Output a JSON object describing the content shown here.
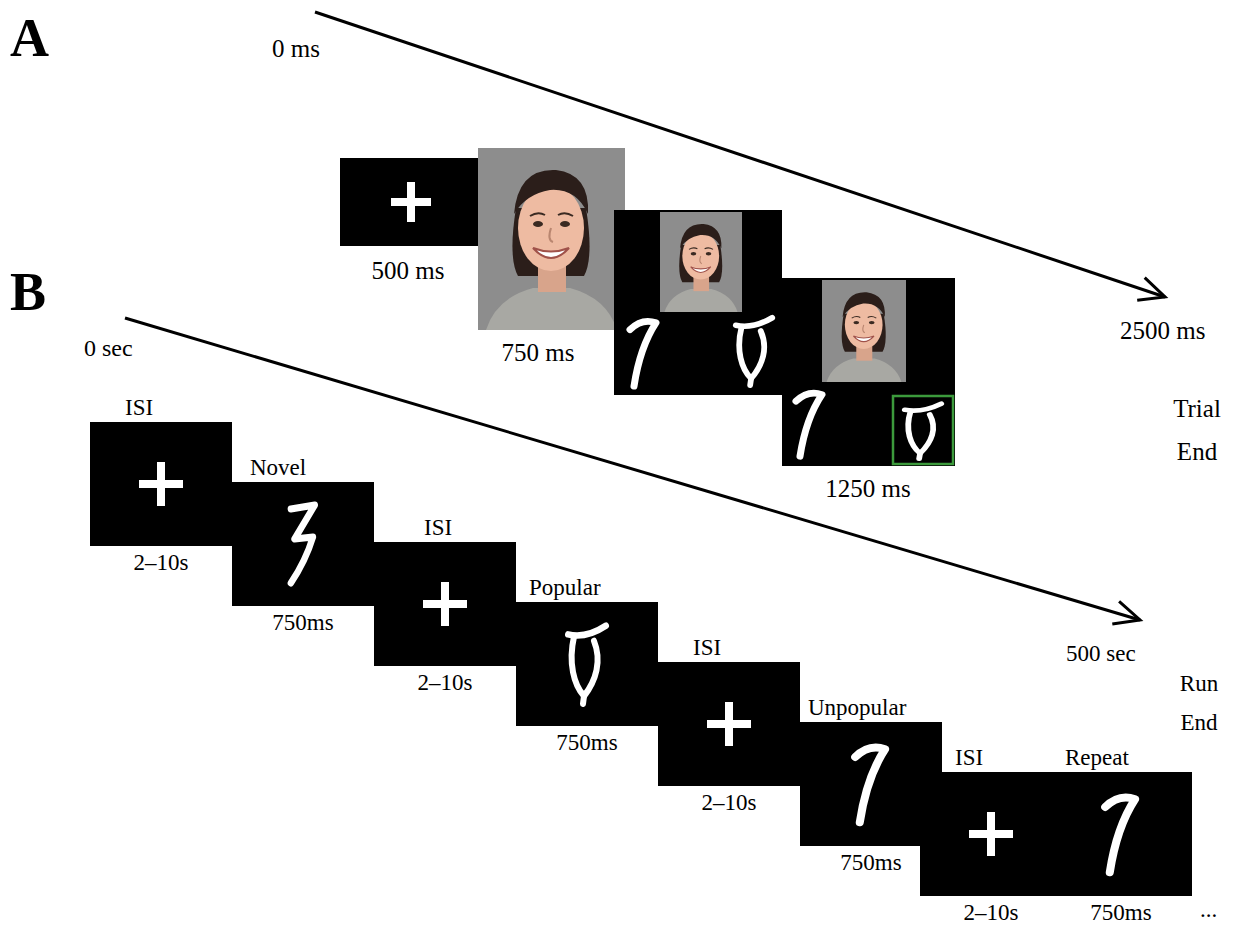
{
  "diagram": {
    "labels": [
      "A",
      "0 ms",
      "500 ms",
      "750 ms",
      "2500 ms",
      "Trial End",
      "1250 ms",
      "B",
      "0 sec",
      "ISI",
      "2–10s",
      "Novel",
      "750ms",
      "ISI",
      "2–10s",
      "Popular",
      "750ms",
      "ISI",
      "2–10s",
      "Unpopular",
      "750ms",
      "ISI",
      "2–10s",
      "Repeat",
      "750ms",
      "500 sec",
      "Run End",
      "..."
    ]
  }
}
